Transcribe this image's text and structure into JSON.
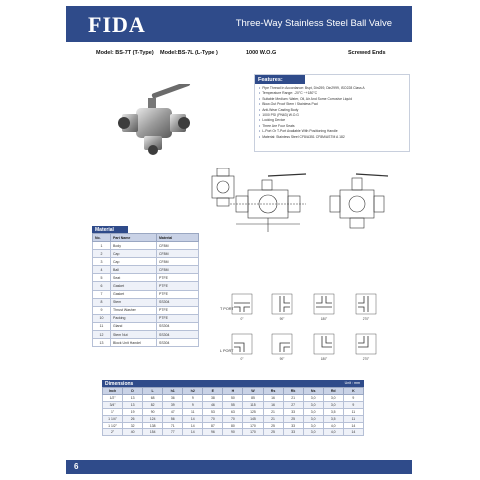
{
  "header": {
    "brand": "FIDA",
    "title": "Three-Way Stainless Steel Ball Valve"
  },
  "models": {
    "model_t": "Model: BS-7T (T-Type)",
    "model_l": "Model:BS-7L (L-Type )",
    "pressure": "1000 W.O.G",
    "ends": "Screwed Ends"
  },
  "features": {
    "title": "Features:",
    "items": [
      "Pipe Thread In Accordance: Bspt, Din259, Din2999, ISO228 Class A",
      "Temperature Range: -20°C ~+180°C",
      "Suitable Medium: Water, Oil, Air And Some Corrosive Liquid",
      "Blow-Out Proof Stem / Stainless Pad",
      "Anti-Wear Casting Body",
      "1000 PSI (PN63) W.O.G",
      "Locking Device",
      "Three Are Four Seats",
      "L-Port Or T-Port Available With Positioning Handle",
      "Material: Stainless Steel CF8/A351 CF8M/ASTM A 182"
    ]
  },
  "material": {
    "title": "Material",
    "headers": [
      "No.",
      "Part Name",
      "Material"
    ],
    "rows": [
      [
        "1",
        "Body",
        "CF8M"
      ],
      [
        "2",
        "Cap",
        "CF8M"
      ],
      [
        "3",
        "Cap",
        "CF8M"
      ],
      [
        "4",
        "Ball",
        "CF8M"
      ],
      [
        "5",
        "Seat",
        "PTFE"
      ],
      [
        "6",
        "Gasket",
        "PTFE"
      ],
      [
        "7",
        "Gasket",
        "PTFE"
      ],
      [
        "8",
        "Stem",
        "SS304"
      ],
      [
        "9",
        "Thrust Washer",
        "PTFE"
      ],
      [
        "10",
        "Packing",
        "PTFE"
      ],
      [
        "11",
        "Gland",
        "SS304"
      ],
      [
        "12",
        "Stem Nut",
        "SS304"
      ],
      [
        "13",
        "Block Unit Handel",
        "SS304"
      ]
    ]
  },
  "flows": {
    "t_port_label": "T PORT",
    "l_port_label": "L PORT",
    "t_angles": [
      "0°",
      "90°",
      "180°",
      "270°"
    ],
    "l_angles": [
      "0°",
      "90°",
      "180°",
      "270°"
    ]
  },
  "dimensions": {
    "title": "Dimensions",
    "unit": "Unit : mm",
    "headers": [
      "Inch",
      "D",
      "L",
      "h1",
      "h2",
      "E",
      "H",
      "W",
      "Rs",
      "Rk",
      "Ns",
      "Rd",
      "K"
    ],
    "rows": [
      [
        "1/2\"",
        "13",
        "68",
        "36",
        "9",
        "38",
        "50",
        "85",
        "16",
        "21",
        "3,0",
        "3,0",
        "9"
      ],
      [
        "3/4\"",
        "13",
        "82",
        "39",
        "9",
        "46",
        "55",
        "115",
        "16",
        "27",
        "3,0",
        "3,0",
        "9"
      ],
      [
        "1\"",
        "19",
        "90",
        "47",
        "11",
        "53",
        "63",
        "125",
        "21",
        "33",
        "3,0",
        "3,5",
        "11"
      ],
      [
        "1 1/4\"",
        "26",
        "124",
        "56",
        "14",
        "70",
        "70",
        "145",
        "21",
        "25",
        "3,0",
        "3,5",
        "11"
      ],
      [
        "1 1/2\"",
        "32",
        "138",
        "71",
        "14",
        "87",
        "80",
        "170",
        "25",
        "33",
        "3,0",
        "4,0",
        "14"
      ],
      [
        "2\"",
        "40",
        "154",
        "77",
        "14",
        "96",
        "90",
        "170",
        "25",
        "33",
        "3,0",
        "4,0",
        "14"
      ]
    ]
  },
  "footer": {
    "page": "6"
  },
  "colors": {
    "brand_blue": "#2f4b8a",
    "header_row": "#c9d2e6"
  }
}
